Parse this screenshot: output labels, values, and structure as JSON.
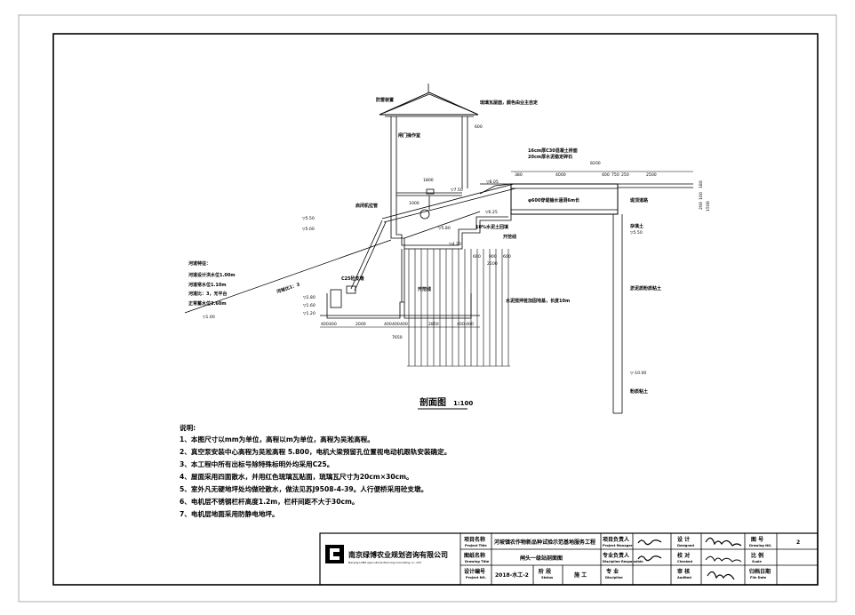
{
  "drawing": {
    "title": "剖面图",
    "scale": "1:100",
    "labels": {
      "lightning": "防雷装置",
      "roof": "琉璃瓦屋面，颜色由业主自定",
      "gate_house": "闸门操作室",
      "hoist_pipe": "启闭机拉管",
      "slab_top": "16cm厚C30混凝土桥面",
      "slab_bot": "20cm厚水泥稳定碎石",
      "pipe": "φ600穿堤输水涵洞6m长",
      "embankment_road": "堤顶道路",
      "fill_soil": "杂填土",
      "silty_clay": "淤泥质粉质粘土",
      "silty_clay2": "粉质粘土",
      "pier": "C25砼支墩",
      "pile_left": "开挖线",
      "pile_right": "开挖线",
      "backfill": "10%水泥土回填",
      "pile_note": "水泥搅拌桩加固地基，长度10m",
      "water_levels": {
        "h1": "河道设计洪水位1.00m",
        "h2": "河道常水位1.10m",
        "h3": "河道比：3，无平台",
        "h4": "正常蓄水位3.60m",
        "title": "河道特征："
      },
      "slope": "河坡比1：3"
    },
    "elevations": [
      "▽8.05",
      "▽7.50",
      "▽6.25",
      "▽5.50",
      "▽5.80",
      "▽5.00",
      "▽4.20",
      "▽2.80",
      "▽1.60",
      "▽1.20",
      "▽1.00",
      "▽-10.00",
      "▽5.50"
    ],
    "dimensions_top": [
      "380",
      "4000",
      "400",
      "750",
      "250",
      "2500"
    ],
    "dim_total_top": "8200",
    "dims_bottom": [
      "400",
      "400",
      "2000",
      "400",
      "400",
      "400",
      "2850",
      "400",
      "400"
    ],
    "dim_total_bottom": "7650",
    "dims_mid": [
      "600",
      "900",
      "600"
    ],
    "dim_mid_total": "2100",
    "dim_room": "1800",
    "dim_room_top": "600",
    "dim_room_inner": "1000",
    "right_dims": [
      "180",
      "160",
      "200",
      "1500"
    ]
  },
  "notes": {
    "heading": "说明:",
    "items": [
      "1、本图尺寸以mm为单位，高程以m为单位，高程为吴淞高程。",
      "2、真空泵安装中心高程为吴淞高程  5.800，电机大梁预留孔位置视电动机跟轨安装确定。",
      "3、本工程中所有出标号除特殊标明外均采用C25。",
      "4、屋面采用四面散水，并用红色琉璃瓦贴面，琉璃瓦尺寸为20cm×30cm。",
      "5、室外凡无硬地坪处均做砼散水，做法见苏J9508-4-39。人行便桥采用砼支墩。",
      "6、电机层不锈钢栏杆高度1.2m，栏杆间距不大于30cm。",
      "7、电机层地面采用防静电地坪。"
    ]
  },
  "title_block": {
    "company_cn": "南京绿博农业规划咨询有限公司",
    "company_en": "Nanjing LVBO Agricultural Planning Consulting co., LTD",
    "project_name_label": "项目名称",
    "project_name_label_en": "Project Title",
    "project_name": "河坡镇农作物新品种试验示范基地服务工程",
    "drawing_name_label": "图纸名称",
    "drawing_name_label_en": "Drawing Title",
    "drawing_name": "闸头一级站剖面图",
    "design_no_label": "设计编号",
    "design_no_label_en": "Project NO.",
    "design_no": "2018-水工-2",
    "stage_label": "阶 段",
    "stage_label_en": "Status",
    "stage": "施 工",
    "pm_label": "项目负责人",
    "pm_label_en": "Project Manager",
    "discipline_lead_label": "专业负责人",
    "discipline_lead_label_en": "Discipline Responsible",
    "discipline_label": "专 业",
    "discipline_label_en": "Discipline",
    "designed_label": "设 计",
    "designed_label_en": "Designed",
    "checked_label": "校 对",
    "checked_label_en": "Checked",
    "audited_label": "审 核",
    "audited_label_en": "Audited",
    "drawing_no_label": "图 号",
    "drawing_no_label_en": "Drawing NO.",
    "drawing_no": "2",
    "scale_label": "比 例",
    "scale_label_en": "Scale",
    "file_date_label": "归档日期",
    "file_date_label_en": "File Date"
  }
}
